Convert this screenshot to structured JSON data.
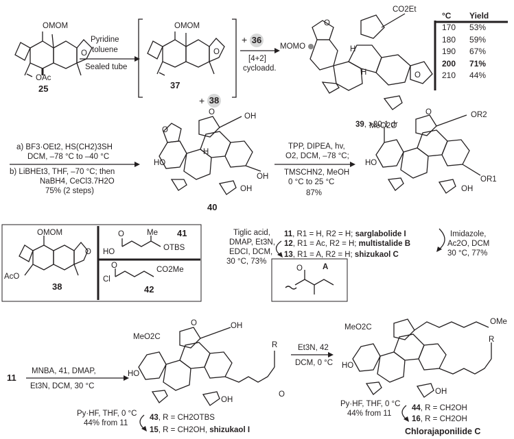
{
  "compounds": {
    "c25": "25",
    "c37": "37",
    "c36": "36",
    "c38": "38",
    "c39": "39",
    "c39_dr": ", >20:1 dr",
    "c40": "40",
    "c41": "41",
    "c42": "42",
    "c43": "43",
    "c15": "15",
    "c44": "44",
    "c16": "16"
  },
  "atoms": {
    "omom": "OMOM",
    "oac": "OAc",
    "momo": "MOMO",
    "co2et": "CO2Et",
    "ho": "HO",
    "oh": "OH",
    "o": "O",
    "h": "H",
    "me": "Me",
    "meo2c": "MeO2C",
    "or1": "OR1",
    "or2": "OR2",
    "aco": "AcO",
    "otbs": "OTBS",
    "co2me": "CO2Me",
    "cl": "Cl",
    "r": "R",
    "ome": "OMe",
    "a": "A"
  },
  "step1": {
    "reagent_top": "Pyridine",
    "reagent_mid": "toluene",
    "reagent_bottom": "Sealed tube",
    "plus36": "+",
    "cyclo_1": "[4+2]",
    "cyclo_2": "cycloadd.",
    "plus38": "+"
  },
  "yield_table": {
    "headers": [
      "°C",
      "Yield"
    ],
    "rows": [
      [
        "170",
        "53%"
      ],
      [
        "180",
        "59%"
      ],
      [
        "190",
        "67%"
      ],
      [
        "200",
        "71%"
      ],
      [
        "210",
        "44%"
      ]
    ],
    "highlight_row": 3
  },
  "step2": {
    "line1": "a) BF3·OEt2, HS(CH2)3SH",
    "line2": "DCM, –78 °C to –40 °C",
    "line3": "b) LiBHEt3, THF, –70 °C; then",
    "line4": "NaBH4, CeCl3.7H2O",
    "line5": "75% (2 steps)"
  },
  "step3": {
    "line1": "TPP, DIPEA, hv,",
    "line2": "O2, DCM, –78 °C;",
    "line3": "TMSCHN2, MeOH",
    "line4": "0 °C to 25 °C",
    "line5": "87%"
  },
  "products_mid": [
    {
      "num": "11",
      "desc": ", R1 = H, R2 = H; ",
      "name": "sarglabolide I"
    },
    {
      "num": "12",
      "desc": ", R1 = Ac, R2 = H; ",
      "name": "multistalide B"
    },
    {
      "num": "13",
      "desc": ", R1 = A, R2 = H; ",
      "name": "shizukaol C"
    }
  ],
  "step_imid": {
    "line1": "Imidazole,",
    "line2": "Ac2O, DCM",
    "line3": "30 °C, 77%"
  },
  "step_tiglic": {
    "line1": "Tiglic acid,",
    "line2": "DMAP, Et3N,",
    "line3": "EDCI, DCM,",
    "line4": "30 °C, 73%"
  },
  "step4": {
    "start": "11",
    "line1": "MNBA, 41, DMAP,",
    "line2": "Et3N, DCM, 30 °C"
  },
  "step4_deprot": {
    "line1": "Py·HF, THF, 0 °C",
    "line2": "44% from 11",
    "p43": "43",
    "p43_desc": ", R = CH2OTBS",
    "p15": "15",
    "p15_desc": ", R = CH2OH, ",
    "p15_name": "shizukaol I"
  },
  "step5": {
    "line1": "Et3N, 42",
    "line2": "DCM, 0 °C"
  },
  "step5_deprot": {
    "line1": "Py·HF, THF, 0 °C",
    "line2": "44% from 11",
    "p44": "44",
    "p44_desc": ", R = CH2OH",
    "p16": "16",
    "p16_desc": ", R = CH2OH"
  },
  "final_name": "Chlorajaponilide C"
}
